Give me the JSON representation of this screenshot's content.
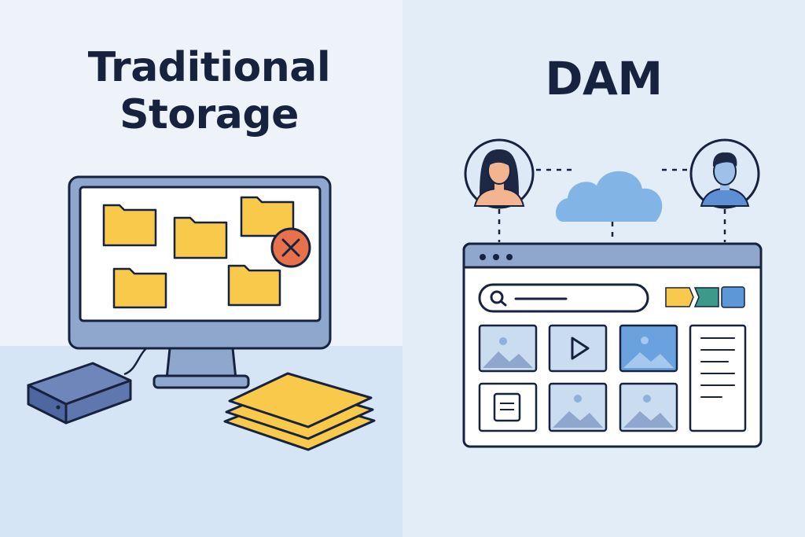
{
  "left": {
    "title_line1": "Traditional",
    "title_line2": "Storage",
    "icons": [
      "monitor-icon",
      "folder-icon",
      "error-x-icon",
      "hard-drive-icon",
      "paper-stack-icon"
    ]
  },
  "right": {
    "title": "DAM",
    "icons": [
      "woman-avatar-icon",
      "man-avatar-icon",
      "cloud-icon",
      "browser-window-icon",
      "search-icon",
      "image-thumbnail-icon",
      "play-icon",
      "document-icon"
    ]
  },
  "colors": {
    "outline": "#17223e",
    "folder": "#f8c94a",
    "error": "#e6714b",
    "monitor": "#8fa6cd",
    "cloud": "#82b4e6",
    "thumbnail": "#c9dcf0",
    "thumbnail_active": "#6aa2df"
  }
}
